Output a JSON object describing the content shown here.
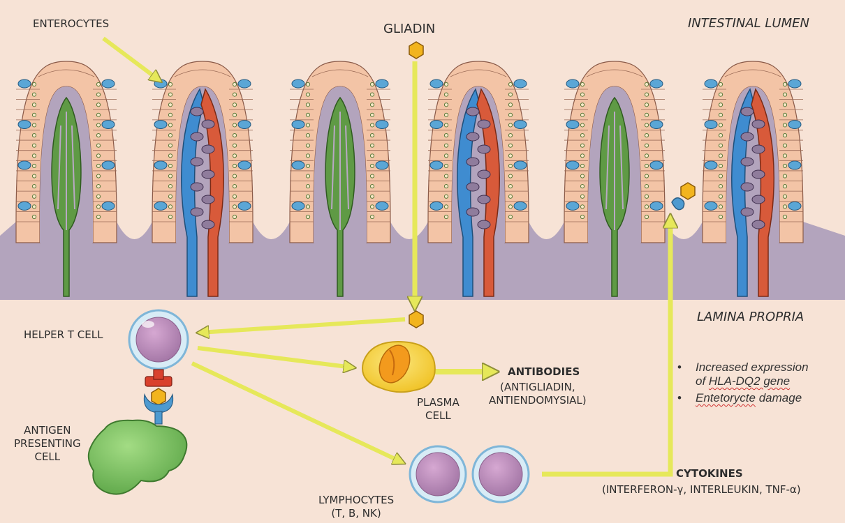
{
  "labels": {
    "enterocytes": "ENTEROCYTES",
    "gliadin": "GLIADIN",
    "intestinal_lumen": "INTESTINAL LUMEN",
    "lamina_propria": "LAMINA PROPRIA",
    "helper_t_cell": "HELPER T CELL",
    "antibodies": "ANTIBODIES",
    "antibodies_detail_1": "(ANTIGLIADIN,",
    "antibodies_detail_2": "ANTIENDOMYSIAL)",
    "plasma_cell_1": "PLASMA",
    "plasma_cell_2": "CELL",
    "antigen_presenting_1": "ANTIGEN",
    "antigen_presenting_2": "PRESENTING",
    "antigen_presenting_3": "CELL",
    "lymphocytes_1": "LYMPHOCYTES",
    "lymphocytes_2": "(T, B, NK)",
    "cytokines": "CYTOKINES",
    "cytokines_detail": "(INTERFERON-γ, INTERLEUKIN, TNF-α)"
  },
  "notes": {
    "bullet": "•",
    "item1_a": "Increased expression",
    "item1_b_pre": "of ",
    "item1_b_wavy": "HLA-DQ2 gene",
    "item2_pre": "",
    "item2_wavy": "Entetorycte",
    "item2_post": " damage"
  },
  "colors": {
    "background": "#f7e3d6",
    "lamina_top": "#b3a4bd",
    "enterocyte": "#f3c4a6",
    "goblet_cell": "#5aa6d6",
    "artery": "#d85a3a",
    "vein": "#3f8cd0",
    "lacteal": "#5f9a45",
    "arrow": "#e6e85a",
    "gliadin": "#f2b41e",
    "plasma_cell": "#f7d43a",
    "apc": "#7fc463",
    "lymphocyte": "#b889b6"
  }
}
